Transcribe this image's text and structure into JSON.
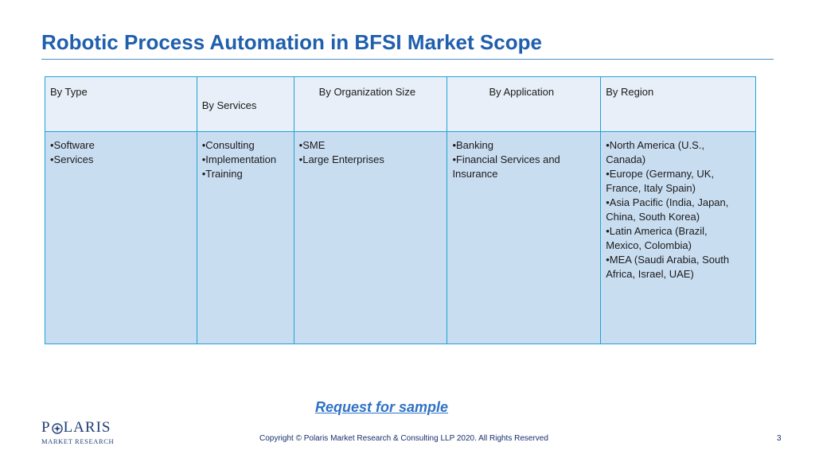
{
  "slide": {
    "title": "Robotic Process Automation in BFSI Market Scope",
    "page_number": "3"
  },
  "table": {
    "headers": [
      "By Type",
      "By Services",
      "By Organization Size",
      "By Application",
      "By Region"
    ],
    "columns": [
      [
        "•Software",
        "•Services"
      ],
      [
        "•Consulting",
        "•Implementation",
        "•Training"
      ],
      [
        "•SME",
        "•Large Enterprises"
      ],
      [
        "•Banking",
        "•Financial Services and Insurance"
      ],
      [
        "•North America (U.S., Canada)",
        "•Europe (Germany, UK, France, Italy Spain)",
        "•Asia Pacific (India, Japan, China, South Korea)",
        "•Latin America (Brazil, Mexico, Colombia)",
        "•MEA (Saudi Arabia, South Africa, Israel, UAE)"
      ]
    ]
  },
  "links": {
    "request_sample": "Request for sample"
  },
  "footer": {
    "logo_main": "POLARIS",
    "logo_sub": "MARKET RESEARCH",
    "copyright": "Copyright © Polaris Market Research & Consulting LLP 2020. All Rights Reserved"
  },
  "colors": {
    "title": "#1f5fae",
    "header_fill": "#e8eff8",
    "body_fill": "#c9ddf1",
    "border": "#1fa3d8",
    "link": "#2f72c6",
    "logo": "#1f3e78"
  }
}
